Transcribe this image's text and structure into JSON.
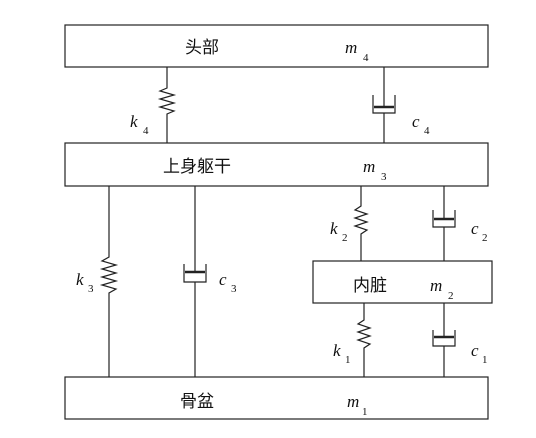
{
  "blocks": {
    "head": {
      "label": "头部",
      "mass": "m",
      "mass_sub": "4"
    },
    "torso": {
      "label": "上身躯干",
      "mass": "m",
      "mass_sub": "3"
    },
    "viscera": {
      "label": "内脏",
      "mass": "m",
      "mass_sub": "2"
    },
    "pelvis": {
      "label": "骨盆",
      "mass": "m",
      "mass_sub": "1"
    }
  },
  "elements": {
    "k4": {
      "sym": "k",
      "sub": "4"
    },
    "c4": {
      "sym": "c",
      "sub": "4"
    },
    "k3": {
      "sym": "k",
      "sub": "3"
    },
    "c3": {
      "sym": "c",
      "sub": "3"
    },
    "k2": {
      "sym": "k",
      "sub": "2"
    },
    "c2": {
      "sym": "c",
      "sub": "2"
    },
    "k1": {
      "sym": "k",
      "sub": "1"
    },
    "c1": {
      "sym": "c",
      "sub": "1"
    }
  }
}
